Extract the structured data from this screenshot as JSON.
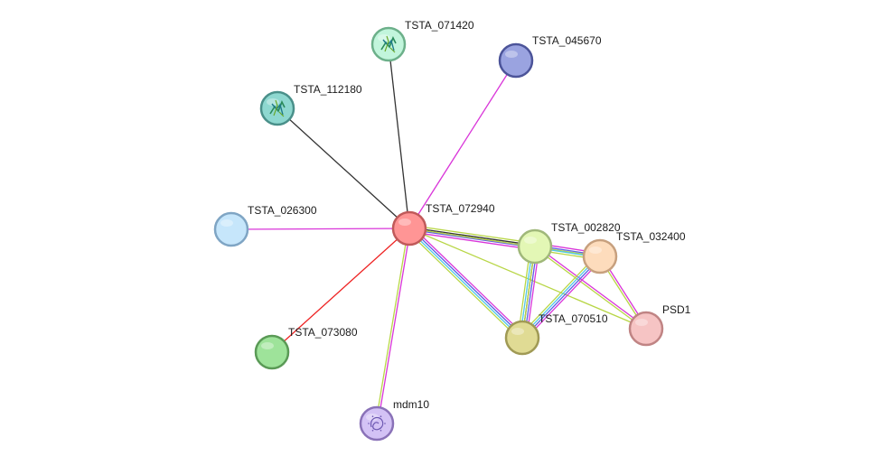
{
  "nodes": [
    {
      "id": "TSTA_072940",
      "label": "TSTA_072940",
      "fill": "#ff9595",
      "stroke": "#c05a5a",
      "icon": "none"
    },
    {
      "id": "TSTA_071420",
      "label": "TSTA_071420",
      "fill": "#c2f5dc",
      "stroke": "#6cb08a",
      "icon": "protein-structure-icon"
    },
    {
      "id": "TSTA_045670",
      "label": "TSTA_045670",
      "fill": "#9aa3e0",
      "stroke": "#4c5499",
      "icon": "none"
    },
    {
      "id": "TSTA_112180",
      "label": "TSTA_112180",
      "fill": "#8ed8d0",
      "stroke": "#4a908a",
      "icon": "protein-structure-icon"
    },
    {
      "id": "TSTA_026300",
      "label": "TSTA_026300",
      "fill": "#c6e6fb",
      "stroke": "#7fa5c4",
      "icon": "none"
    },
    {
      "id": "TSTA_002820",
      "label": "TSTA_002820",
      "fill": "#e3f7b5",
      "stroke": "#a0b87a",
      "icon": "none"
    },
    {
      "id": "TSTA_032400",
      "label": "TSTA_032400",
      "fill": "#fddcbc",
      "stroke": "#c7a07e",
      "icon": "none"
    },
    {
      "id": "TSTA_070510",
      "label": "TSTA_070510",
      "fill": "#e0db94",
      "stroke": "#a09a55",
      "icon": "none"
    },
    {
      "id": "PSD1",
      "label": "PSD1",
      "fill": "#f6c4c4",
      "stroke": "#c08484",
      "icon": "none"
    },
    {
      "id": "TSTA_073080",
      "label": "TSTA_073080",
      "fill": "#9ee39a",
      "stroke": "#5a9a56",
      "icon": "none"
    },
    {
      "id": "mdm10",
      "label": "mdm10",
      "fill": "#d3c2f5",
      "stroke": "#8a72b8",
      "icon": "protein-structure-icon"
    }
  ],
  "edges": [
    {
      "source": "TSTA_072940",
      "target": "TSTA_071420",
      "colors": [
        "#333333"
      ]
    },
    {
      "source": "TSTA_072940",
      "target": "TSTA_112180",
      "colors": [
        "#333333"
      ]
    },
    {
      "source": "TSTA_072940",
      "target": "TSTA_045670",
      "colors": [
        "#d935d9"
      ]
    },
    {
      "source": "TSTA_072940",
      "target": "TSTA_026300",
      "colors": [
        "#d935d9"
      ]
    },
    {
      "source": "TSTA_072940",
      "target": "TSTA_073080",
      "colors": [
        "#ee2222"
      ]
    },
    {
      "source": "TSTA_072940",
      "target": "mdm10",
      "colors": [
        "#d935d9",
        "#b8d646"
      ]
    },
    {
      "source": "TSTA_072940",
      "target": "TSTA_002820",
      "colors": [
        "#b8d646",
        "#333333",
        "#5b5ee6",
        "#d935d9"
      ]
    },
    {
      "source": "TSTA_072940",
      "target": "TSTA_070510",
      "colors": [
        "#d935d9",
        "#5b5ee6",
        "#4fc7e8",
        "#b8d646"
      ]
    },
    {
      "source": "TSTA_072940",
      "target": "PSD1",
      "colors": [
        "#b8d646"
      ]
    },
    {
      "source": "TSTA_072940",
      "target": "TSTA_032400",
      "colors": [
        "#b8d646"
      ]
    },
    {
      "source": "TSTA_002820",
      "target": "TSTA_070510",
      "colors": [
        "#d935d9",
        "#5b5ee6",
        "#333333",
        "#4fc7e8",
        "#b8d646"
      ]
    },
    {
      "source": "TSTA_002820",
      "target": "TSTA_032400",
      "colors": [
        "#d935d9",
        "#5b5ee6",
        "#4fc7e8",
        "#b8d646"
      ]
    },
    {
      "source": "TSTA_002820",
      "target": "PSD1",
      "colors": [
        "#d935d9",
        "#b8d646"
      ]
    },
    {
      "source": "TSTA_032400",
      "target": "TSTA_070510",
      "colors": [
        "#d935d9",
        "#5b5ee6",
        "#4fc7e8",
        "#b8d646"
      ]
    },
    {
      "source": "TSTA_032400",
      "target": "PSD1",
      "colors": [
        "#d935d9",
        "#b8d646"
      ]
    },
    {
      "source": "TSTA_002820",
      "target": "TSTA_070510",
      "colors": [
        "#b8d646"
      ]
    }
  ]
}
